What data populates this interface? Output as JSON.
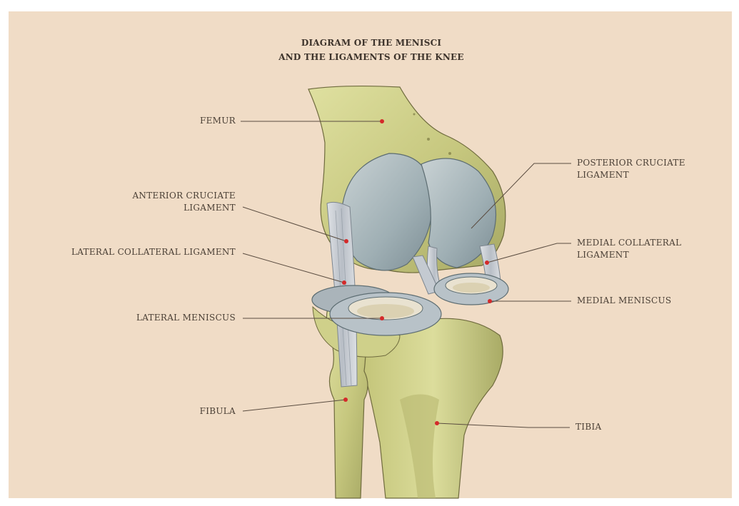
{
  "title": {
    "line1": "DIAGRAM OF THE MENISCI",
    "line2": "AND THE LIGAMENTS OF THE KNEE"
  },
  "labels": {
    "femur": "FEMUR",
    "acl_line1": "ANTERIOR CRUCIATE",
    "acl_line2": "LIGAMENT",
    "lcl": "LATERAL COLLATERAL LIGAMENT",
    "lateral_meniscus": "LATERAL MENISCUS",
    "fibula": "FIBULA",
    "pcl_line1": "POSTERIOR CRUCIATE",
    "pcl_line2": "LIGAMENT",
    "mcl_line1": "MEDIAL COLLATERAL",
    "mcl_line2": "LIGAMENT",
    "medial_meniscus": "MEDIAL MENISCUS",
    "tibia": "TIBIA"
  },
  "colors": {
    "background": "#f0dcc6",
    "bone": "#cfd08a",
    "cartilage": "#aebcc0",
    "ligament": "#c8ccd2",
    "marker": "#d42a2a",
    "leader_line": "#5a4c40"
  }
}
